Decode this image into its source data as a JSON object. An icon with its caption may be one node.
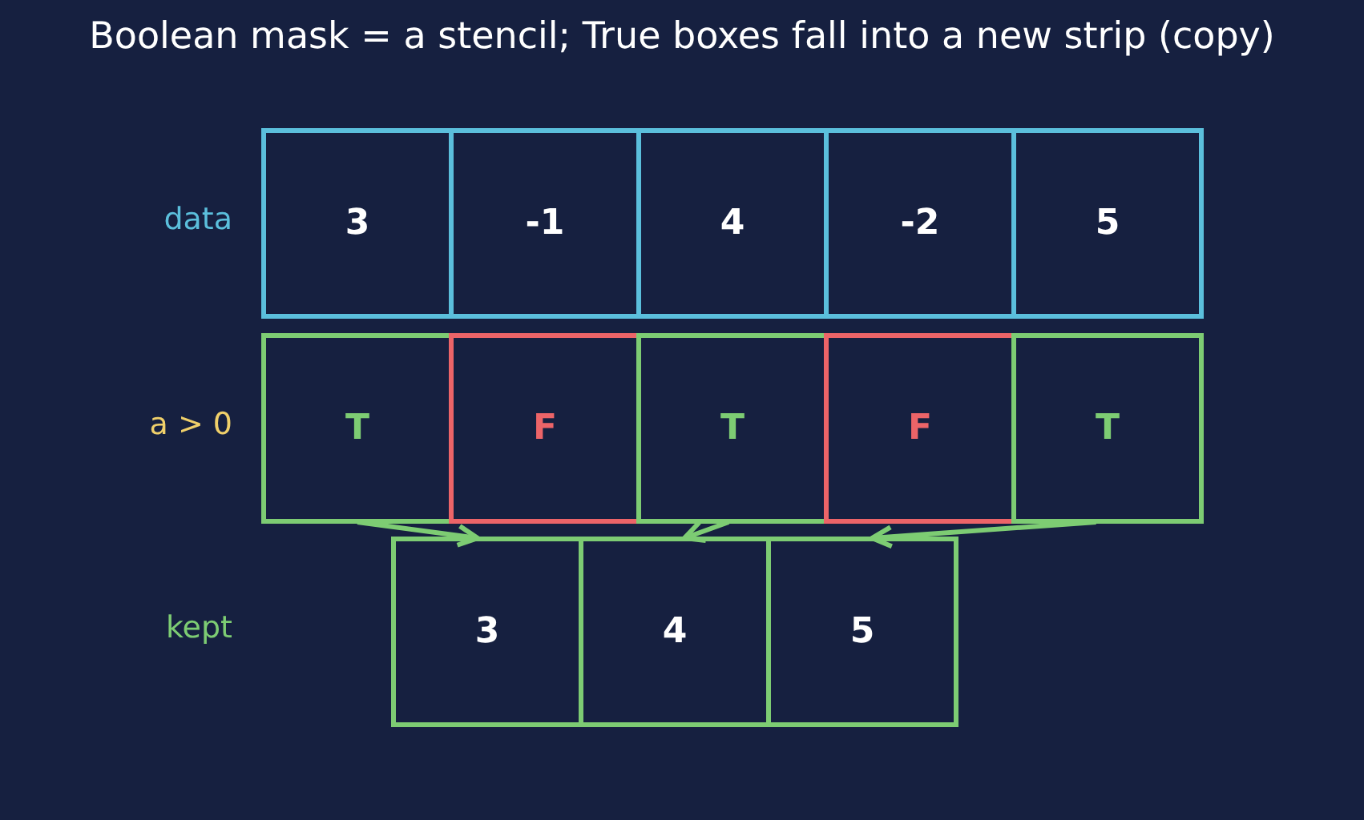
{
  "diagram": {
    "title": "Boolean mask = a stencil; True boxes fall into a new strip (copy)",
    "nodes": [
      {
        "text": [
          "3"
        ]
      },
      {
        "text": [
          "-1"
        ]
      },
      {
        "text": [
          "4"
        ]
      },
      {
        "text": [
          "-2"
        ]
      },
      {
        "text": [
          "5"
        ]
      },
      {
        "text": [
          "T"
        ]
      },
      {
        "text": [
          "F"
        ]
      },
      {
        "text": [
          "T"
        ]
      },
      {
        "text": [
          "F"
        ]
      },
      {
        "text": [
          "T"
        ]
      },
      {
        "text": [
          "3"
        ]
      },
      {
        "text": [
          "4"
        ]
      },
      {
        "text": [
          "5"
        ]
      }
    ],
    "edges": [
      {
        "from": 5,
        "to": 10,
        "arrow": "to"
      },
      {
        "from": 7,
        "to": 11,
        "arrow": "to"
      },
      {
        "from": 9,
        "to": 12,
        "arrow": "to"
      }
    ],
    "labels": [
      "data",
      "a > 0",
      "kept"
    ]
  }
}
